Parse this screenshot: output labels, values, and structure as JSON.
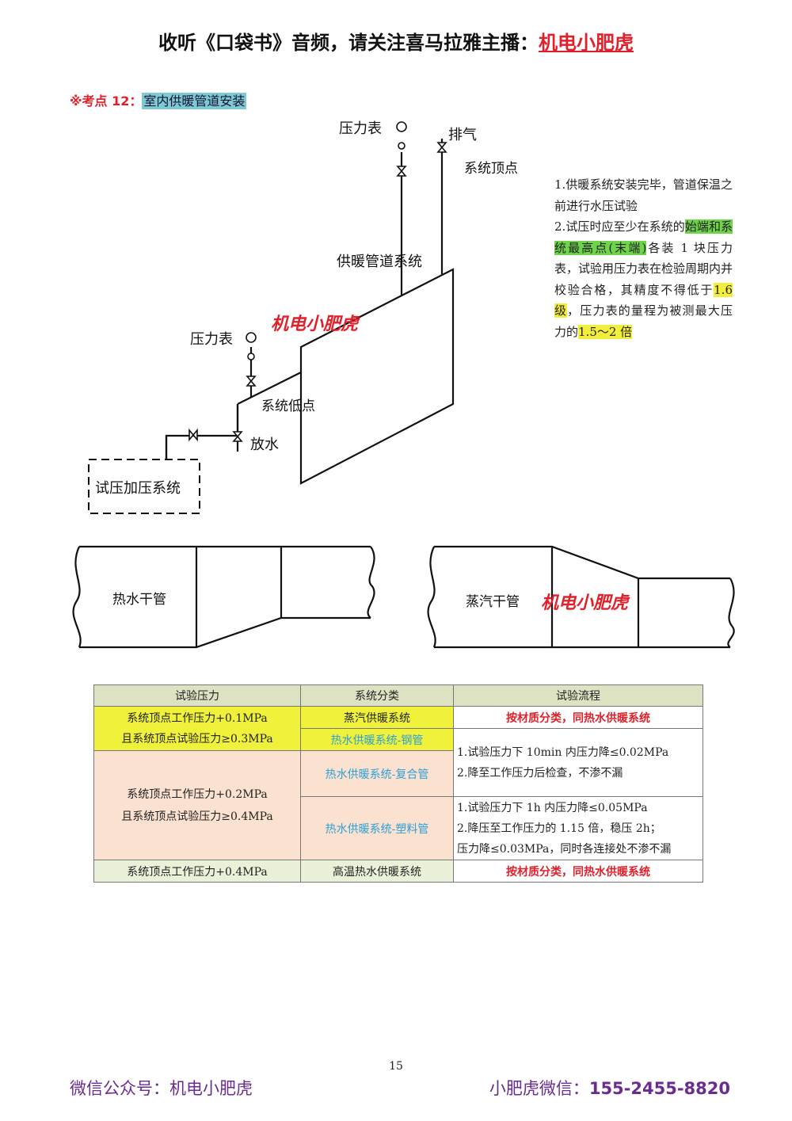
{
  "header": {
    "text": "收听《口袋书》音频，请关注喜马拉雅主播：",
    "brand": "机电小肥虎"
  },
  "section": {
    "prefix": "※考点 12：",
    "title": "室内供暖管道安装"
  },
  "diagram": {
    "pressure_gauge_top": "压力表",
    "vent": "排气",
    "system_top": "系统顶点",
    "system_name": "供暖管道系统",
    "watermark": "机电小肥虎",
    "pressure_gauge_low": "压力表",
    "system_low": "系统低点",
    "drain": "放水",
    "pump_system": "试压加压系统"
  },
  "pipes": {
    "hot_water": "热水干管",
    "steam": "蒸汽干管",
    "watermark": "机电小肥虎"
  },
  "notes": {
    "p1": "1.供暖系统安装完毕，管道保温之前进行水压试验",
    "p2_a": "2.试压时应至少在系统的",
    "p2_hl": "始端和系统最高点(末端)",
    "p2_b": "各装 1 块压力表，试验用压力表在检验周期内并校验合格，其精度不得低于",
    "p2_hl2": "1.6级",
    "p2_c": "，压力表的量程为被测最大压力的",
    "p2_hl3": "1.5～2 倍"
  },
  "table": {
    "headers": [
      "试验压力",
      "系统分类",
      "试验流程"
    ],
    "r1_pressure": "系统顶点工作压力+0.1MPa",
    "r1_pressure2": "且系统顶点试验压力≥0.3MPa",
    "r1_class": "蒸汽供暖系统",
    "r1_flow": "按材质分类，同热水供暖系统",
    "r2_class": "热水供暖系统-钢管",
    "r2_flow1": "1.试验压力下 10min 内压力降≤0.02MPa",
    "r2_flow2": "2.降至工作压力后检查，不渗不漏",
    "r3_class": "热水供暖系统-复合管",
    "r3_pressure": "系统顶点工作压力+0.2MPa",
    "r3_pressure2": "且系统顶点试验压力≥0.4MPa",
    "r4_class": "热水供暖系统-塑料管",
    "r4_flow1": "1.试验压力下 1h 内压力降≤0.05MPa",
    "r4_flow2": "2.降压至工作压力的 1.15 倍，稳压 2h；",
    "r4_flow3": "压力降≤0.03MPa，同时各连接处不渗不漏",
    "r5_pressure": "系统顶点工作压力+0.4MPa",
    "r5_class": "高温热水供暖系统",
    "r5_flow": "按材质分类，同热水供暖系统"
  },
  "page_number": "15",
  "footer": {
    "left": "微信公众号：机电小肥虎",
    "right_label": "小肥虎微信：",
    "right_number": "155-2455-8820"
  }
}
